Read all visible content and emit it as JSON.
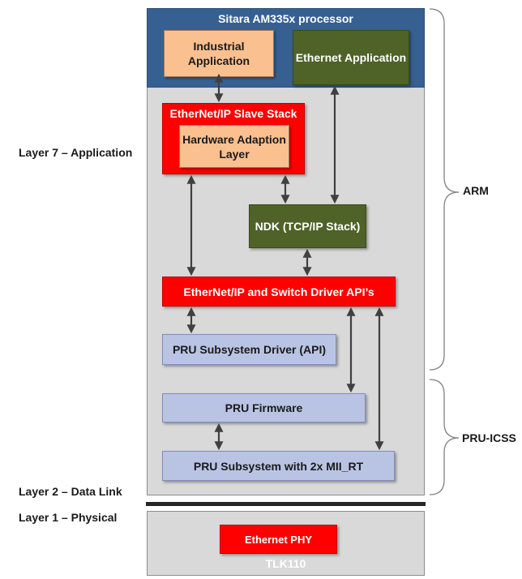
{
  "processor": {
    "title": "Sitara AM335x processor",
    "industrial_app": "Industrial Application",
    "ethernet_app": "Ethernet Application"
  },
  "slave_stack": {
    "title": "EtherNet/IP Slave Stack",
    "hal": "Hardware Adaption Layer"
  },
  "ndk": "NDK (TCP/IP Stack)",
  "switch_api": "EtherNet/IP and Switch Driver API’s",
  "pru_driver": "PRU Subsystem Driver (API)",
  "pru_firmware": "PRU Firmware",
  "pru_subsystem": "PRU Subsystem with 2x MII_RT",
  "phy": {
    "ethernet_phy": "Ethernet PHY",
    "chip": "TLK110"
  },
  "layers": {
    "layer7": "Layer 7 – Application",
    "layer2": "Layer 2 – Data Link",
    "layer1": "Layer 1 – Physical"
  },
  "groups": {
    "arm": "ARM",
    "pru_icss": "PRU-ICSS"
  },
  "colors": {
    "processor_band": "#376092",
    "orange_box": "#fac090",
    "green_box": "#4f6228",
    "red_box": "#ff0000",
    "blue_box": "#b9c4e4",
    "panel": "#d9d9d9",
    "arrow": "#404040"
  }
}
